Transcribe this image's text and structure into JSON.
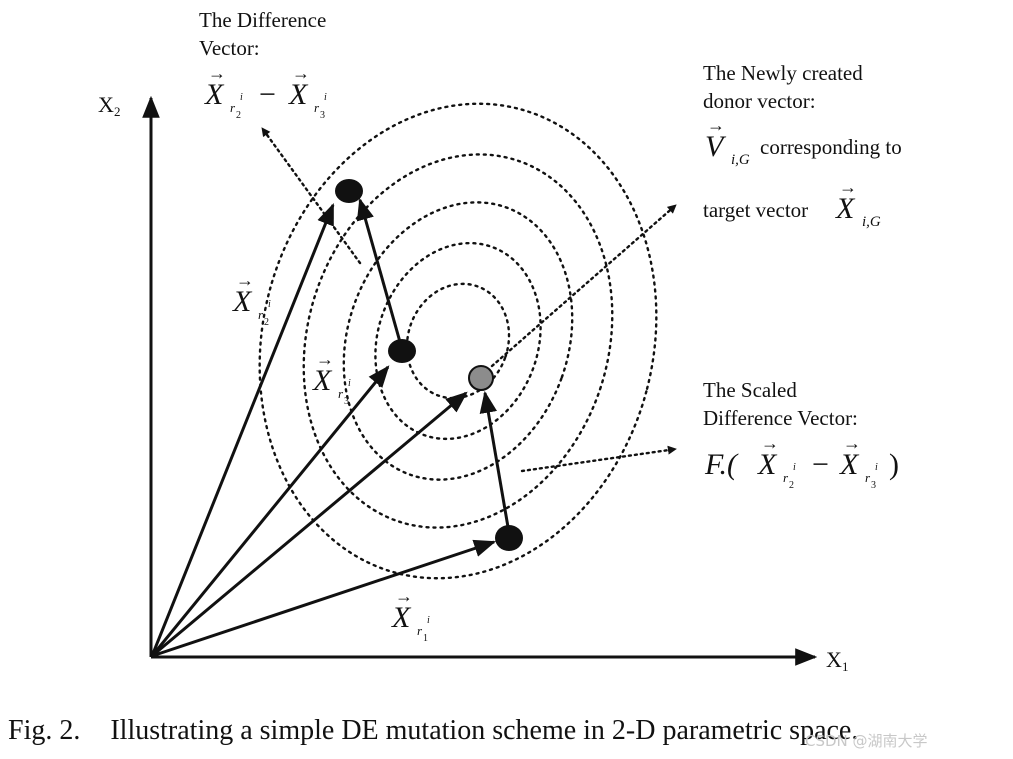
{
  "axes": {
    "x_label": "X",
    "x_sub": "1",
    "y_label": "X",
    "y_sub": "2"
  },
  "labels": {
    "difference_vector_line1": "The Difference",
    "difference_vector_line2": "Vector:",
    "donor_line1": "The Newly created",
    "donor_line2": "donor vector:",
    "donor_corresponding": "corresponding to",
    "donor_target": "target vector",
    "scaled_line1": "The Scaled",
    "scaled_line2": "Difference Vector:"
  },
  "math": {
    "X": "X",
    "V": "V",
    "r": "r",
    "i": "i",
    "sub_1": "1",
    "sub_2": "2",
    "sub_3": "3",
    "minus": "−",
    "iG": "i,G",
    "F": "F.(",
    "close": ")"
  },
  "colors": {
    "ink": "#111111",
    "target_point": "#8c8c8c"
  },
  "caption": {
    "fig": "Fig. 2.",
    "text": "Illustrating a simple DE mutation scheme in 2-D parametric space."
  },
  "watermark": "CSDN @湖南大学"
}
